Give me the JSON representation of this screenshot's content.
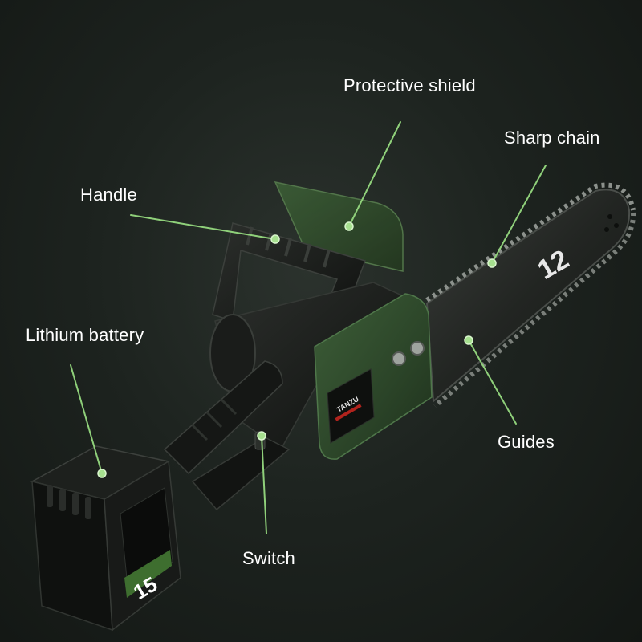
{
  "callouts": {
    "protective_shield": "Protective shield",
    "sharp_chain": "Sharp chain",
    "handle": "Handle",
    "lithium_battery": "Lithium battery",
    "guides": "Guides",
    "switch": "Switch"
  },
  "product_markings": {
    "bar_size": "12",
    "brand": "TANZU",
    "battery_number": "15"
  },
  "colors": {
    "background": "#1d231f",
    "body_green": "#2f4a2b",
    "shield_green": "#2e4a2b",
    "callout_line": "#8fd07a",
    "callout_dot": "#a6e08f",
    "plastic_black": "#141614"
  }
}
